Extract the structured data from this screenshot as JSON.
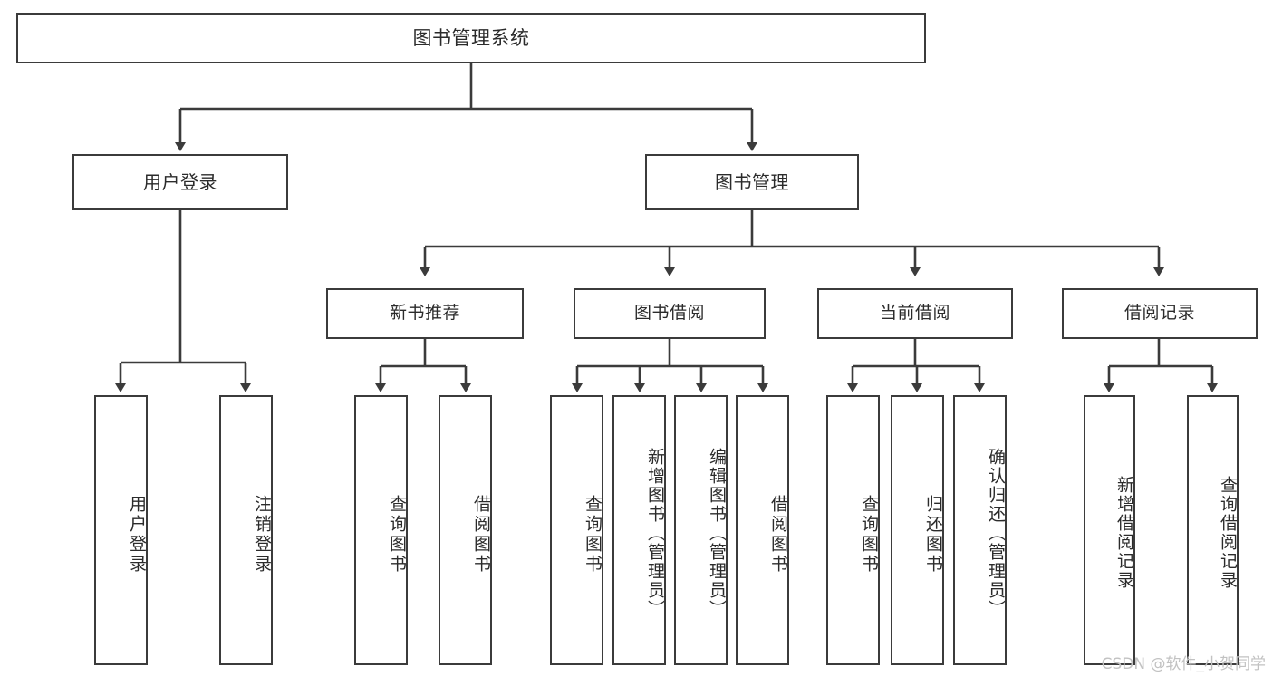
{
  "diagram": {
    "title": "图书管理系统",
    "type": "tree-hierarchy-chart",
    "root": {
      "label": "图书管理系统"
    },
    "level2": [
      {
        "label": "用户登录"
      },
      {
        "label": "图书管理"
      }
    ],
    "level3": [
      {
        "label": "新书推荐"
      },
      {
        "label": "图书借阅"
      },
      {
        "label": "当前借阅"
      },
      {
        "label": "借阅记录"
      }
    ],
    "leaves": [
      {
        "label": "用户登录",
        "parent": "用户登录"
      },
      {
        "label": "注销登录",
        "parent": "用户登录"
      },
      {
        "label": "查询图书",
        "parent": "新书推荐"
      },
      {
        "label": "借阅图书",
        "parent": "新书推荐"
      },
      {
        "label": "查询图书",
        "parent": "图书借阅"
      },
      {
        "label": "新增图书（管理员）",
        "parent": "图书借阅"
      },
      {
        "label": "编辑图书（管理员）",
        "parent": "图书借阅"
      },
      {
        "label": "借阅图书",
        "parent": "图书借阅"
      },
      {
        "label": "查询图书",
        "parent": "当前借阅"
      },
      {
        "label": "归还图书",
        "parent": "当前借阅"
      },
      {
        "label": "确认归还（管理员）",
        "parent": "当前借阅"
      },
      {
        "label": "新增借阅记录",
        "parent": "借阅记录"
      },
      {
        "label": "查询借阅记录",
        "parent": "借阅记录"
      }
    ]
  },
  "watermark": {
    "text": "CSDN @软件_小贺同学"
  },
  "colors": {
    "stroke": "#3b3b3b",
    "fill": "#ffffff",
    "text": "#2b2b2b",
    "watermark": "#c2c2c2"
  }
}
